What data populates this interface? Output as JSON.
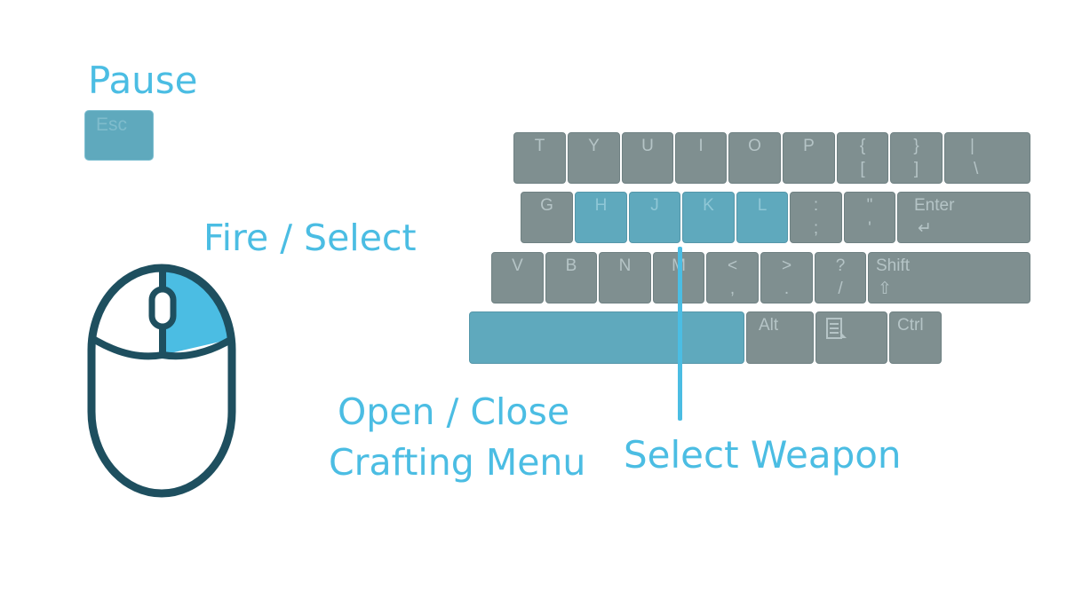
{
  "labels": {
    "pause": "Pause",
    "fire_select": "Fire / Select",
    "crafting_line1": "Open / Close",
    "crafting_line2": "Crafting Menu",
    "select_weapon": "Select Weapon"
  },
  "keys": {
    "esc": "Esc",
    "row1": [
      {
        "top": "T"
      },
      {
        "top": "Y"
      },
      {
        "top": "U"
      },
      {
        "top": "I"
      },
      {
        "top": "O"
      },
      {
        "top": "P"
      },
      {
        "top": "{",
        "bottom": "["
      },
      {
        "top": "}",
        "bottom": "]"
      },
      {
        "top": "|",
        "bottom": "\\"
      }
    ],
    "row2": [
      {
        "top": "G"
      },
      {
        "top": "H"
      },
      {
        "top": "J"
      },
      {
        "top": "K"
      },
      {
        "top": "L"
      },
      {
        "top": ":",
        "bottom": ";"
      },
      {
        "top": "\"",
        "bottom": "'"
      },
      {
        "top": "Enter",
        "bottom": "↵"
      }
    ],
    "row3": [
      {
        "top": "V"
      },
      {
        "top": "B"
      },
      {
        "top": "N"
      },
      {
        "top": "M"
      },
      {
        "top": "<",
        "bottom": ","
      },
      {
        "top": ">",
        "bottom": "."
      },
      {
        "top": "?",
        "bottom": "/"
      },
      {
        "top": "Shift",
        "bottom": "⇧"
      }
    ],
    "row4": [
      {
        "top": ""
      },
      {
        "top": "Alt"
      },
      {
        "top": "menu-icon"
      },
      {
        "top": "Ctrl"
      }
    ]
  },
  "highlight_colors": {
    "accent": "#4bbde3",
    "highlighted_key": "#5fa9bd",
    "normal_key": "#7f8f90",
    "mouse_outline": "#1e4f5f"
  },
  "highlighted": {
    "esc": true,
    "mouse_button": "right",
    "keys_hjkl": true,
    "space": true
  }
}
